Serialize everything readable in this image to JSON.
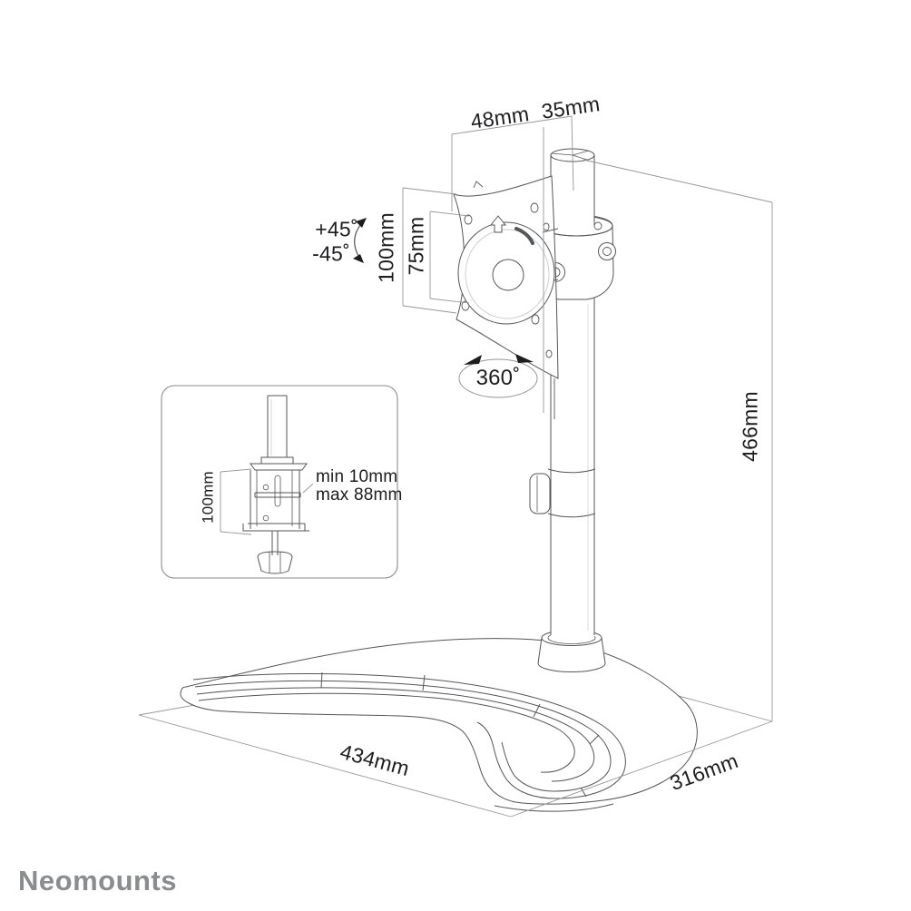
{
  "brand": {
    "logo_text": "Neomounts"
  },
  "annotations": {
    "top_left_width": "48mm",
    "top_right_width": "35mm",
    "vesa_height_outer": "100mm",
    "vesa_height_inner": "75mm",
    "tilt_positive": "+45˚",
    "tilt_negative": "-45˚",
    "swivel_rotation": "360˚",
    "total_height": "466mm",
    "base_width": "434mm",
    "base_depth": "316mm"
  },
  "inset": {
    "clamp_height": "100mm",
    "clamp_min": "min 10mm",
    "clamp_max": "max 88mm"
  },
  "colors": {
    "art_line": "#55565a",
    "dim_line": "#96979a",
    "text": "#1d1d1f",
    "logo": "#8a8c8e",
    "background": "#ffffff"
  }
}
